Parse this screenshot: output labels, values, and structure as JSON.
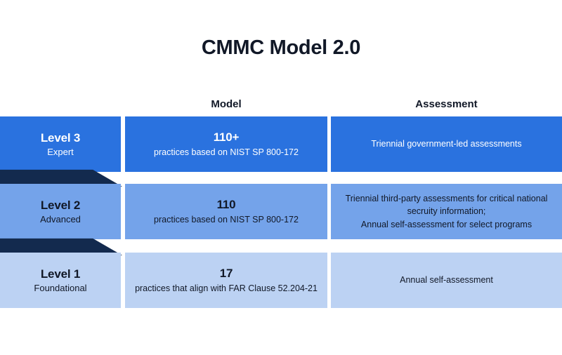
{
  "title": "CMMC Model 2.0",
  "columns": {
    "level_header": "",
    "model_header": "Model",
    "assessment_header": "Assessment"
  },
  "colors": {
    "level3": "#2a72df",
    "level2": "#74a3ea",
    "level1": "#bcd2f3",
    "connector": "#132a4e",
    "title_text": "#111827",
    "level3_text": "#ffffff",
    "body_text": "#111827",
    "background": "#ffffff"
  },
  "rows": [
    {
      "level_name": "Level 3",
      "level_desc": "Expert",
      "model_count": "110+",
      "model_desc": "practices based on NIST SP 800-172",
      "assessment": "Triennial government-led assessments"
    },
    {
      "level_name": "Level 2",
      "level_desc": "Advanced",
      "model_count": "110",
      "model_desc": "practices based on NIST SP 800-172",
      "assessment": "Triennial third-party assessments for critical national secruity information;\nAnnual self-assessment for select programs"
    },
    {
      "level_name": "Level 1",
      "level_desc": "Foundational",
      "model_count": "17",
      "model_desc": "practices that align with FAR Clause 52.204-21",
      "assessment": "Annual self-assessment"
    }
  ]
}
